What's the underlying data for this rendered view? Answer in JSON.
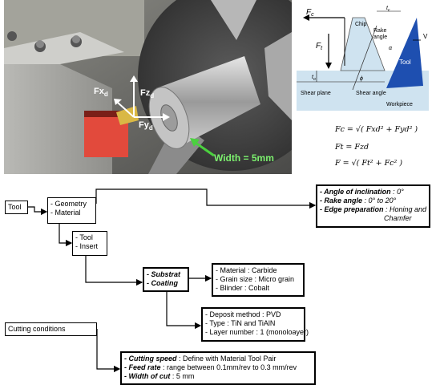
{
  "photo": {
    "labels": {
      "fx": "Fx",
      "fx_sub": "d",
      "fz": "Fz",
      "fz_sub": "d",
      "fy": "Fy",
      "fy_sub": "d",
      "width": "Width = 5mm"
    }
  },
  "schematic": {
    "fc": "F",
    "fc_sub": "c",
    "ft": "F",
    "ft_sub": "t",
    "chip": "Chip",
    "tc": "t",
    "tc_sub": "c",
    "rake": "Rake",
    "rake2": "angle",
    "alpha": "α",
    "v": "V",
    "tool": "Tool",
    "to": "t",
    "to_sub": "o",
    "phi": "ϕ",
    "shear_plane": "Shear plane",
    "shear_angle": "Shear angle",
    "workpiece": "Workpiece"
  },
  "formulas": {
    "f1": "Fc = √( Fxd² + Fyd² )",
    "f2": "Ft = Fzd",
    "f3": "F = √( Ft² + Fc² )"
  },
  "boxes": {
    "tool": "Tool",
    "geometry": [
      "- Geometry",
      "- Material"
    ],
    "tool_insert": [
      "- Tool",
      "- Insert"
    ],
    "substrat": [
      "- Substrat",
      "- Coating"
    ],
    "geometry_detail": [
      {
        "k": "- Angle of inclination",
        "v": " : 0°"
      },
      {
        "k": "- Rake angle",
        "v": " : 0° to 20°"
      },
      {
        "k": "- Edge preparation",
        "v": " : Honing and"
      },
      {
        "k": "",
        "v": "Chamfer"
      }
    ],
    "material": [
      "- Material : Carbide",
      "- Grain size : Micro grain",
      "- Blinder : Cobalt"
    ],
    "coating": [
      "- Deposit method : PVD",
      "- Type : TiN and TiAlN",
      "- Layer number : 1 (monoloayer)"
    ],
    "cutting": "Cutting conditions",
    "cutting_detail": [
      {
        "k": "- Cutting speed",
        "v": " : Define with Material Tool Pair"
      },
      {
        "k": "- Feed rate",
        "v": " : range between  0.1mm/rev to 0.3 mm/rev"
      },
      {
        "k": "- Width of cut",
        "v": " : 5 mm"
      }
    ]
  }
}
